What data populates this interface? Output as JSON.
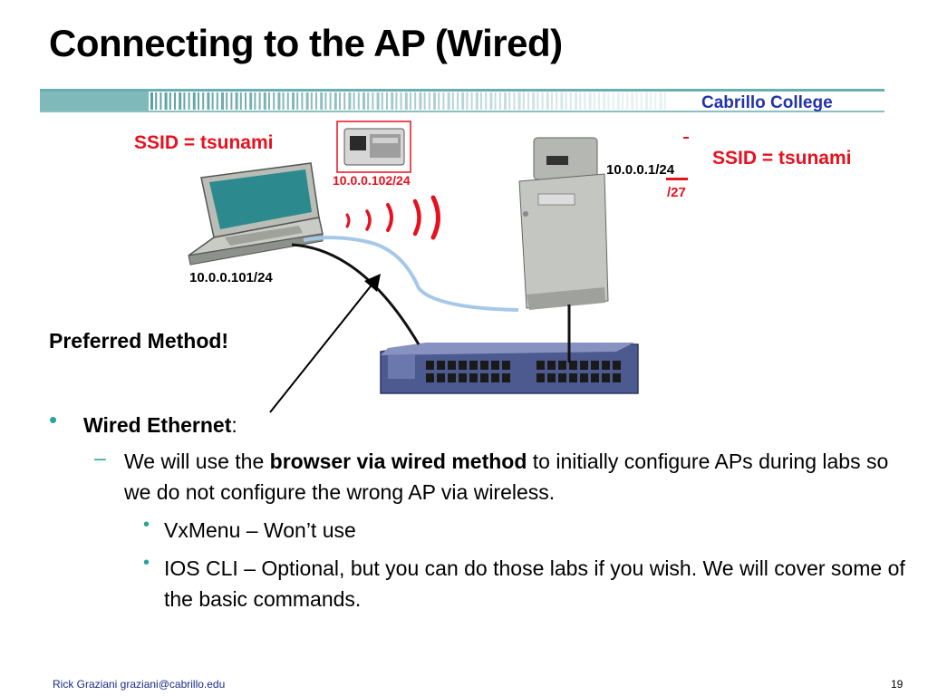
{
  "slide": {
    "title": "Connecting to the AP (Wired)",
    "college": "Cabrillo College"
  },
  "diagram": {
    "ssid_left": "SSID = tsunami",
    "ssid_right": "SSID = tsunami",
    "ip_card": "10.0.0.102/24",
    "ip_ap": "10.0.0.1/24",
    "mask_27": "/27",
    "ip_laptop": "10.0.0.101/24"
  },
  "content": {
    "preferred": "Preferred Method!",
    "bullet1_bold": "Wired Ethernet",
    "bullet1_colon": ":",
    "sub1_pre": "We will use the ",
    "sub1_bold": "browser via wired method",
    "sub1_post": " to initially configure APs during labs so we do not configure the wrong AP via wireless.",
    "sub_sub1": "VxMenu – Won’t use",
    "sub_sub2": "IOS CLI – Optional, but you can do those labs if you wish.  We will cover some of the basic commands."
  },
  "footer": {
    "author": "Rick Graziani  graziani@cabrillo.edu",
    "page": "19"
  },
  "colors": {
    "accent_red": "#e8101e",
    "bullet_teal": "#2aa39a",
    "banner_teal": "#6aaeb0",
    "college_blue": "#2233aa"
  }
}
